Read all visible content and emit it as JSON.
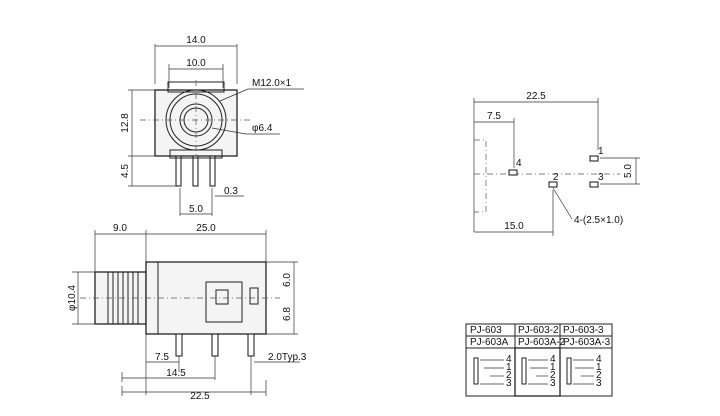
{
  "front_view": {
    "dim_width": "14.0",
    "dim_inner": "10.0",
    "thread": "M12.0×1",
    "hole": "φ6.4",
    "height": "12.8",
    "pin_height": "4.5",
    "pin_thickness": "0.3",
    "pin_pitch": "5.0"
  },
  "side_view": {
    "front_len": "9.0",
    "body_len": "25.0",
    "diameter": "φ10.4",
    "upper_h": "6.0",
    "lower_h": "6.8",
    "pitch_1": "7.5",
    "pitch_2": "14.5",
    "overall": "22.5",
    "typ": "2.0Typ.3"
  },
  "footprint": {
    "overall": "22.5",
    "offset": "7.5",
    "span": "15.0",
    "pin_spacing": "5.0",
    "slot_note": "4-(2.5×1.0)",
    "pin_labels": [
      "1",
      "2",
      "3",
      "4"
    ]
  },
  "variants_table": {
    "row1": [
      "PJ-603",
      "PJ-603-2",
      "PJ-603-3"
    ],
    "row2": [
      "PJ-603A",
      "PJ-603A-2",
      "PJ-603A-3"
    ],
    "schematic_pins": [
      "4",
      "1",
      "2",
      "3"
    ]
  }
}
